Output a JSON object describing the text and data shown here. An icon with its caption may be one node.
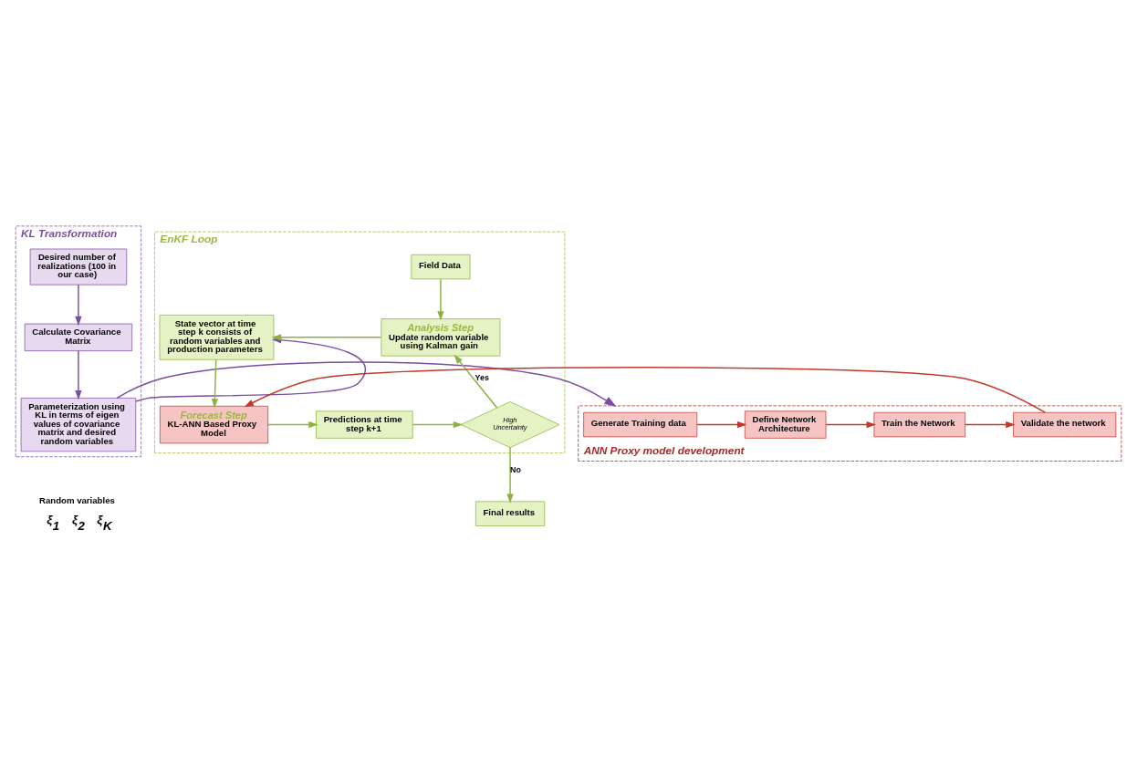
{
  "diagram": {
    "nodes": [
      {
        "text": [
          "KL Transformation"
        ]
      },
      {
        "text": [
          "Desired number of realizations (100 in our case)"
        ],
        "in": 0
      },
      {
        "text": [
          "Calculate Covariance Matrix"
        ],
        "in": 0
      },
      {
        "text": [
          "Parameterization using KL in terms of eigen values of covariance matrix and desired random variables"
        ],
        "in": 0
      },
      {
        "text": [
          "EnKF Loop"
        ]
      },
      {
        "text": [
          "Field Data"
        ],
        "in": 4
      },
      {
        "text": [
          "State vector at time step k consists of random variables and production parameters"
        ],
        "in": 4
      },
      {
        "text": [
          "Analysis Step",
          "Update random variable using Kalman gain"
        ],
        "in": 4
      },
      {
        "text": [
          "Forecast Step",
          "KL-ANN Based Proxy Model"
        ],
        "in": 4
      },
      {
        "text": [
          "Predictions at time step k+1"
        ],
        "in": 4
      },
      {
        "text": [
          "High Uncertainty"
        ],
        "in": 4
      },
      {
        "text": [
          "Final results"
        ]
      },
      {
        "text": [
          "ANN Proxy model development"
        ]
      },
      {
        "text": [
          "Generate Training data"
        ],
        "in": 12
      },
      {
        "text": [
          "Define Network Architecture"
        ],
        "in": 12
      },
      {
        "text": [
          "Train the Network"
        ],
        "in": 12
      },
      {
        "text": [
          "Validate the network"
        ],
        "in": 12
      }
    ],
    "edges": [
      {
        "from": 1,
        "to": 2,
        "arrow": "to",
        "color": "#7b4fa0"
      },
      {
        "from": 2,
        "to": 3,
        "arrow": "to",
        "color": "#7b4fa0"
      },
      {
        "from": 3,
        "to": 6,
        "arrow": "to",
        "color": "#7b4fa0"
      },
      {
        "from": 3,
        "to": 12,
        "arrow": "to",
        "color": "#7b4fa0"
      },
      {
        "from": 5,
        "to": 7,
        "arrow": "to"
      },
      {
        "from": 7,
        "to": 6,
        "arrow": "to"
      },
      {
        "from": 6,
        "to": 8,
        "arrow": "to"
      },
      {
        "from": 8,
        "to": 9,
        "arrow": "to"
      },
      {
        "from": 9,
        "to": 10,
        "arrow": "to"
      },
      {
        "from": 10,
        "to": 7,
        "arrow": "to",
        "label": "Yes"
      },
      {
        "from": 10,
        "to": 11,
        "arrow": "to",
        "label": "No"
      },
      {
        "from": 13,
        "to": 14,
        "arrow": "to",
        "color": "#c0392b"
      },
      {
        "from": 14,
        "to": 15,
        "arrow": "to",
        "color": "#c0392b"
      },
      {
        "from": 15,
        "to": 16,
        "arrow": "to",
        "color": "#c0392b"
      },
      {
        "from": 16,
        "to": 8,
        "arrow": "to",
        "color": "#c0392b"
      }
    ],
    "labels": [
      "Random variables",
      "ξ$_{1}$",
      "ξ$_{2}$",
      "ξ$_{K}$"
    ]
  }
}
